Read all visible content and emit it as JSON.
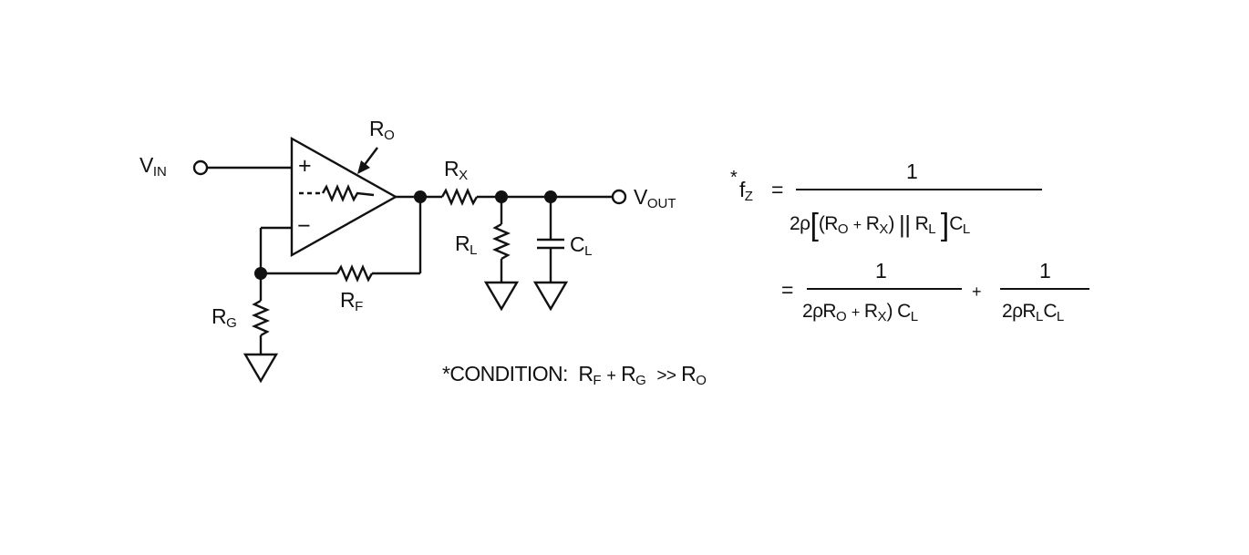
{
  "labels": {
    "vin_main": "V",
    "vin_sub": "IN",
    "vout_main": "V",
    "vout_sub": "OUT",
    "ro_main": "R",
    "ro_sub": "O",
    "rx_main": "R",
    "rx_sub": "X",
    "rl_main": "R",
    "rl_sub": "L",
    "cl_main": "C",
    "cl_sub": "L",
    "rf_main": "R",
    "rf_sub": "F",
    "rg_main": "R",
    "rg_sub": "G",
    "plus": "+",
    "minus": "−"
  },
  "equation": {
    "star": "*",
    "fz_main": "f",
    "fz_sub": "Z",
    "equals": "=",
    "num": "1",
    "den1": {
      "a": "2ρ",
      "lbr": "[",
      "lp": "(",
      "ro": "R",
      "ro_sub": "O",
      "plus": "+",
      "rx": "R",
      "rx_sub": "X",
      "rp": ")",
      "par": "||",
      "rl": "R",
      "rl_sub": "L",
      "rbr": "]",
      "cl": "C",
      "cl_sub": "L"
    },
    "den2": {
      "a": "2ρR",
      "ro_sub": "O",
      "plus": "+",
      "rx": "R",
      "rx_sub": "X",
      "rp": ")",
      "cl": "C",
      "cl_sub": "L"
    },
    "plus_between": "+",
    "den3": {
      "a": "2ρR",
      "rl_sub": "L",
      "cl": "C",
      "cl_sub": "L"
    }
  },
  "condition": {
    "prefix": "*CONDITION:",
    "rf": "R",
    "rf_sub": "F",
    "plus": "+",
    "rg": "R",
    "rg_sub": "G",
    "gg": ">>",
    "ro": "R",
    "ro_sub": "O"
  },
  "colors": {
    "ink": "#111111",
    "background": "#ffffff"
  }
}
